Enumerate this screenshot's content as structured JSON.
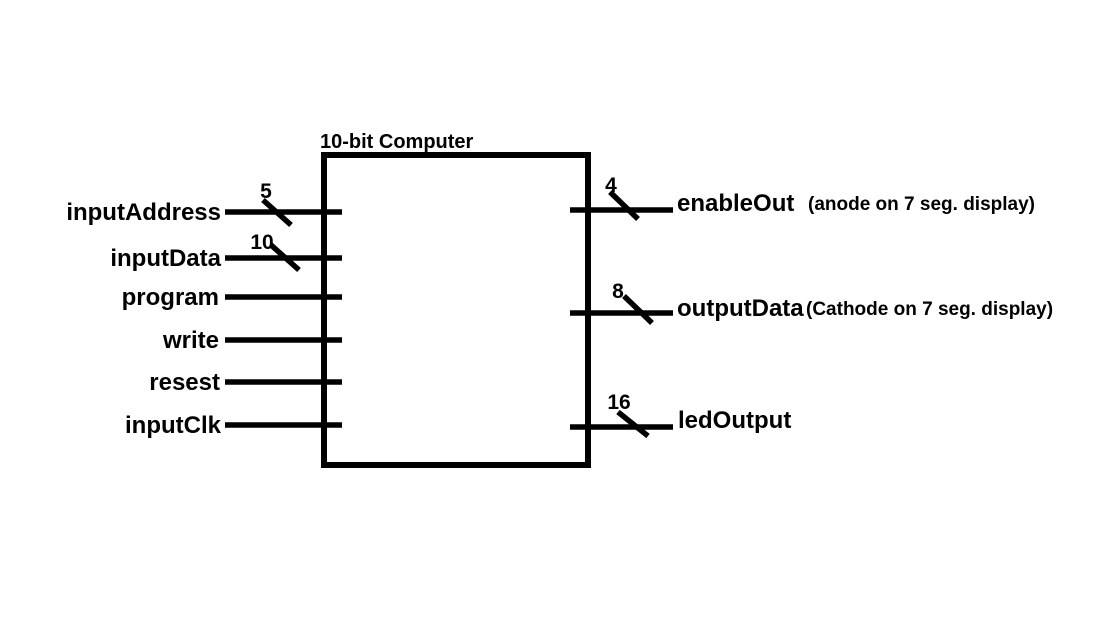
{
  "block": {
    "title": "10-bit Computer"
  },
  "inputs": [
    {
      "label": "inputAddress",
      "bus_width": "5"
    },
    {
      "label": "inputData",
      "bus_width": "10"
    },
    {
      "label": "program"
    },
    {
      "label": "write"
    },
    {
      "label": "resest"
    },
    {
      "label": "inputClk"
    }
  ],
  "outputs": [
    {
      "label": "enableOut",
      "bus_width": "4",
      "annotation": "(anode on 7 seg. display)"
    },
    {
      "label": "outputData",
      "bus_width": "8",
      "annotation": "(Cathode on 7 seg. display)"
    },
    {
      "label": "ledOutput",
      "bus_width": "16"
    }
  ],
  "colors": {
    "line": "#000000",
    "background": "#ffffff"
  }
}
